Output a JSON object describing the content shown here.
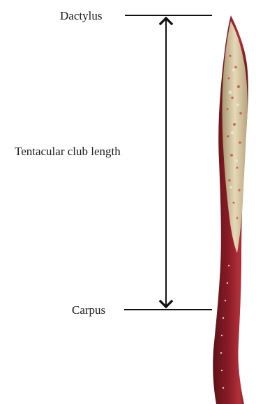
{
  "labels": {
    "top": "Dactylus",
    "middle": "Tentacular club length",
    "bottom": "Carpus"
  },
  "colors": {
    "line": "#111111",
    "stalk_dark": "#5e1218",
    "stalk_mid": "#8a1c26",
    "stalk_light": "#b3303a",
    "club_base": "#c9b48c",
    "club_highlight": "#efe4c9",
    "sucker_red": "#c4443a"
  }
}
